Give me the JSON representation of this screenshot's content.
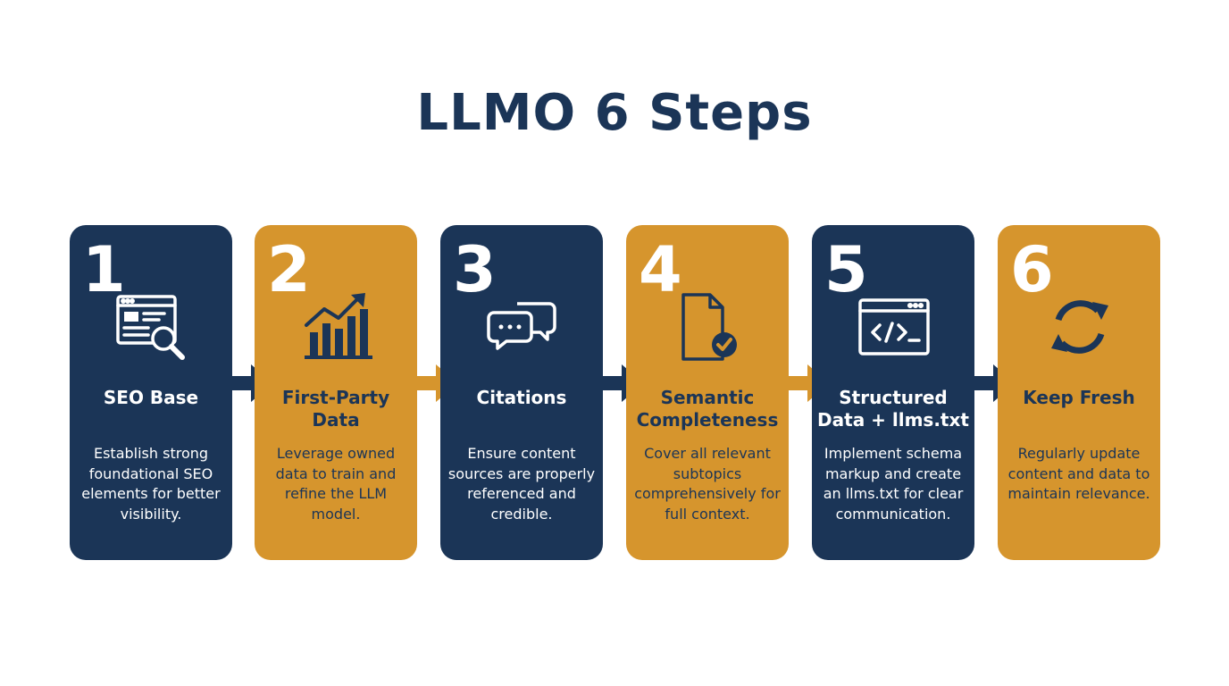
{
  "title": "LLMO 6 Steps",
  "colors": {
    "navy": "#1b3557",
    "orange": "#d6952d",
    "background": "#ffffff"
  },
  "steps": [
    {
      "number": "1",
      "title": "SEO Base",
      "description": "Establish strong foundational SEO elements for better visibility.",
      "icon": "browser-search-icon",
      "color": "navy"
    },
    {
      "number": "2",
      "title": "First-Party Data",
      "description": "Leverage owned data to train and refine the LLM model.",
      "icon": "bar-chart-trend-icon",
      "color": "orange"
    },
    {
      "number": "3",
      "title": "Citations",
      "description": "Ensure content sources are properly referenced and credible.",
      "icon": "chat-bubbles-icon",
      "color": "navy"
    },
    {
      "number": "4",
      "title": "Semantic Completeness",
      "description": "Cover all relevant subtopics comprehensively for full context.",
      "icon": "document-check-icon",
      "color": "orange"
    },
    {
      "number": "5",
      "title": "Structured Data + llms.txt",
      "description": "Implement schema markup and create an llms.txt for clear communication.",
      "icon": "code-window-icon",
      "color": "navy"
    },
    {
      "number": "6",
      "title": "Keep Fresh",
      "description": "Regularly update content and data to maintain relevance.",
      "icon": "refresh-icon",
      "color": "orange"
    }
  ]
}
